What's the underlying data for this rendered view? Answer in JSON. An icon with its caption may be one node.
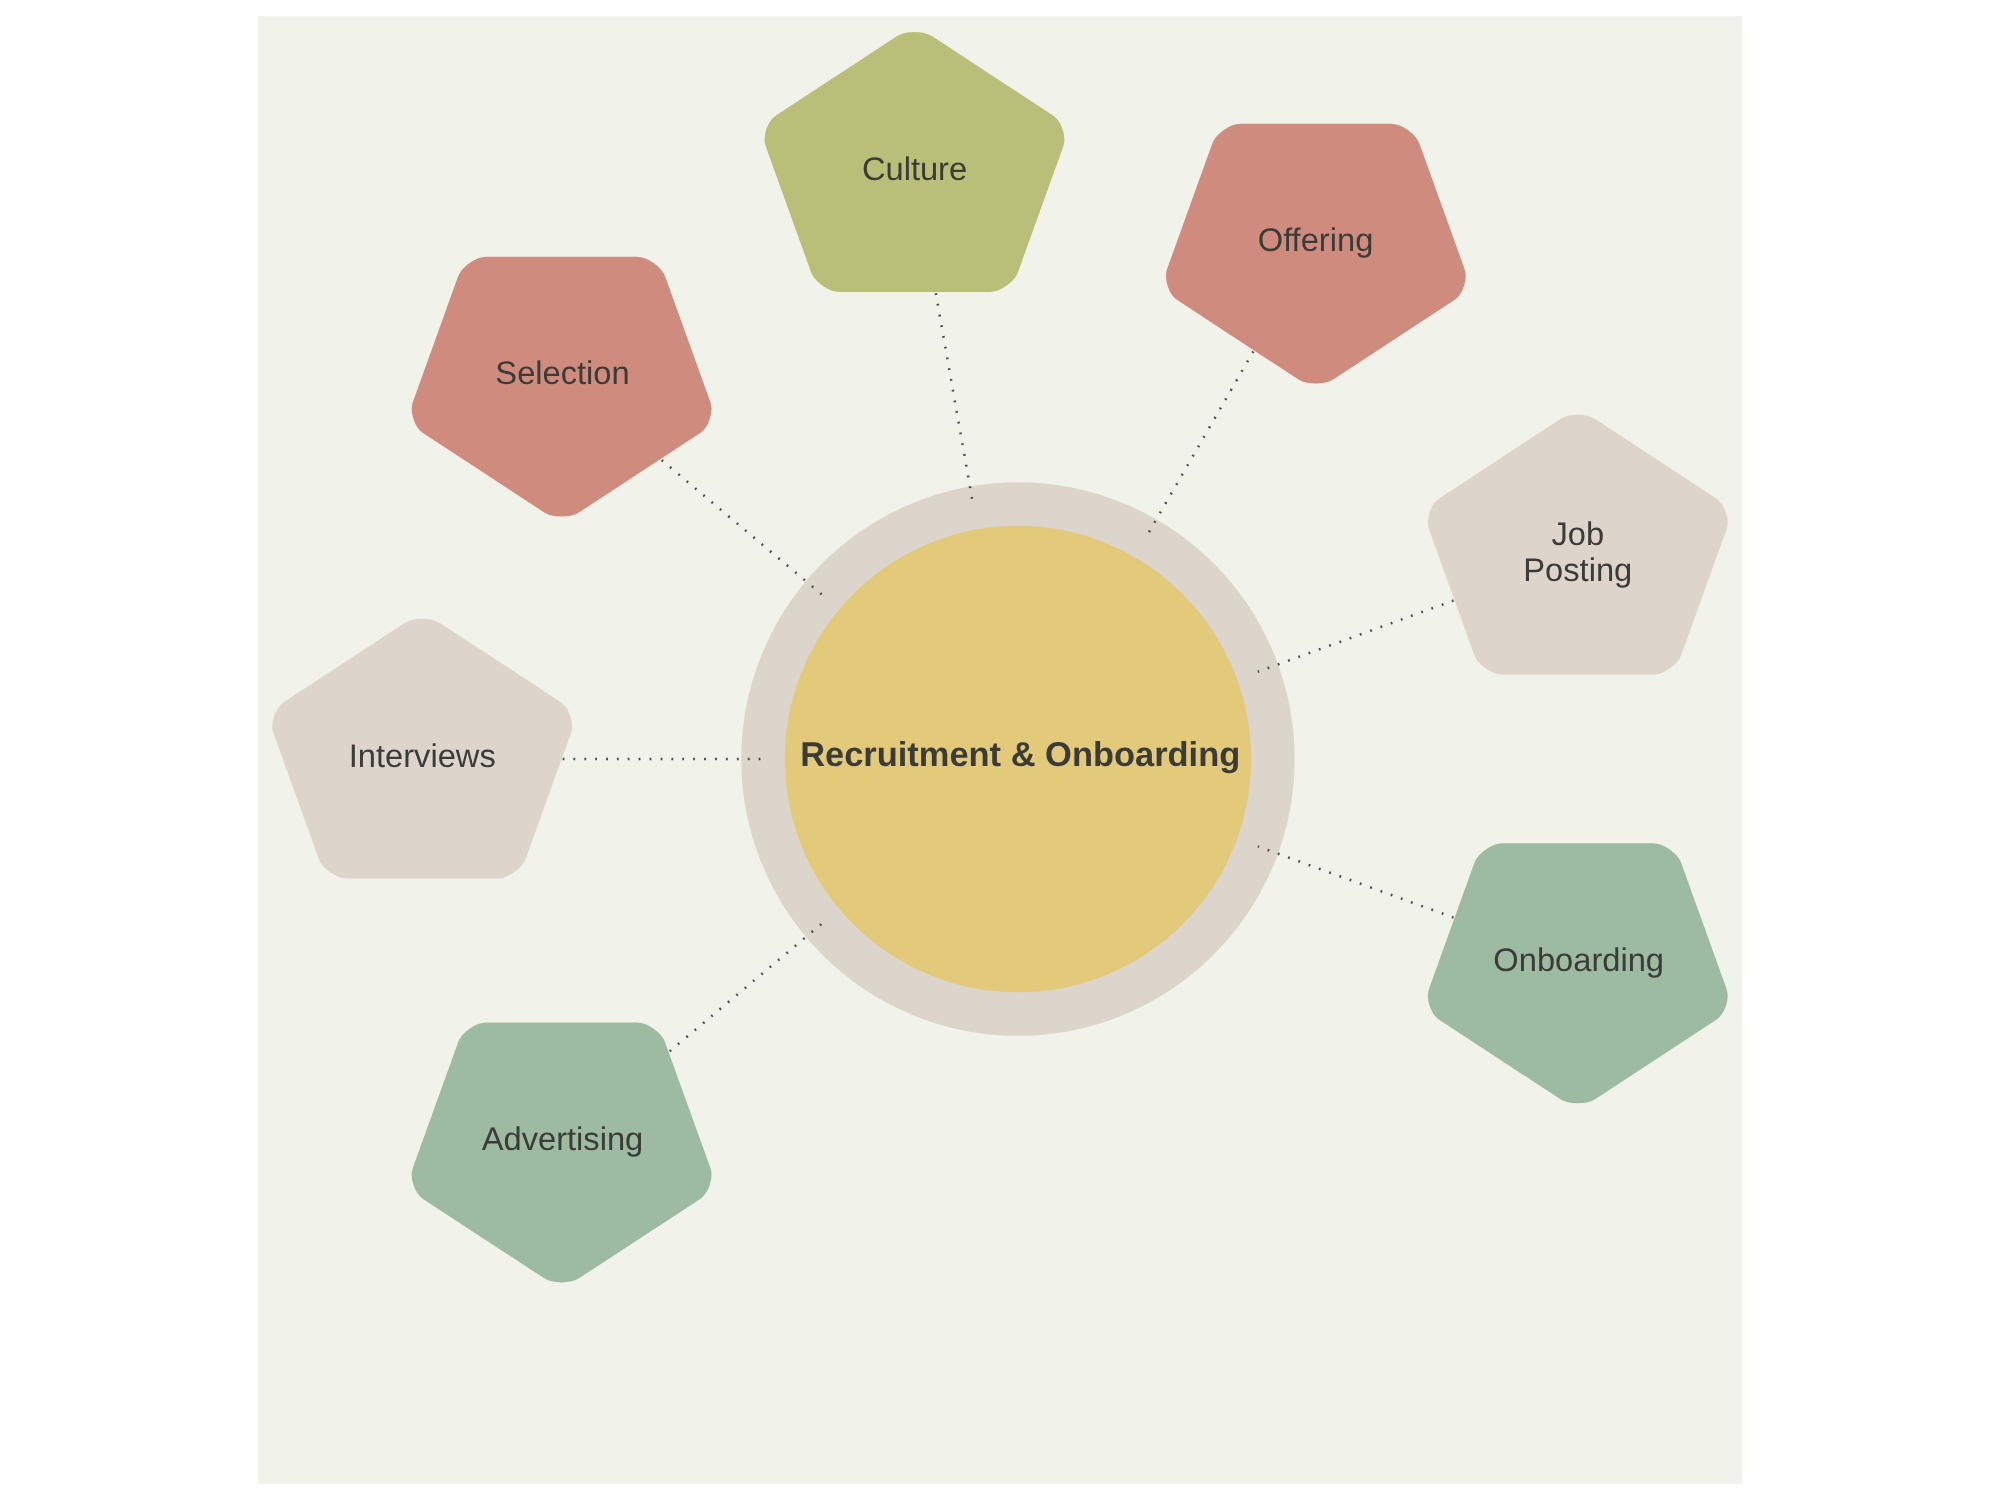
{
  "diagram": {
    "nodes": [
      {
        "text": [
          "Recruitment & Onboarding"
        ]
      },
      {
        "text": [
          "Advertising"
        ]
      },
      {
        "text": [
          "Interviews"
        ]
      },
      {
        "text": [
          "Selection"
        ]
      },
      {
        "text": [
          "Culture"
        ]
      },
      {
        "text": [
          "Offering"
        ]
      },
      {
        "text": [
          "Job Posting"
        ]
      },
      {
        "text": [
          "Onboarding"
        ]
      }
    ],
    "edges": [
      {
        "from": 1,
        "to": 0,
        "arrow": "none",
        "style": "dashed"
      },
      {
        "from": 2,
        "to": 0,
        "arrow": "none",
        "style": "dashed"
      },
      {
        "from": 3,
        "to": 0,
        "arrow": "none",
        "style": "dashed"
      },
      {
        "from": 4,
        "to": 0,
        "arrow": "none",
        "style": "dashed"
      },
      {
        "from": 5,
        "to": 0,
        "arrow": "none",
        "style": "dashed"
      },
      {
        "from": 6,
        "to": 0,
        "arrow": "none",
        "style": "dashed"
      },
      {
        "from": 7,
        "to": 0,
        "arrow": "none",
        "style": "dashed"
      }
    ]
  }
}
